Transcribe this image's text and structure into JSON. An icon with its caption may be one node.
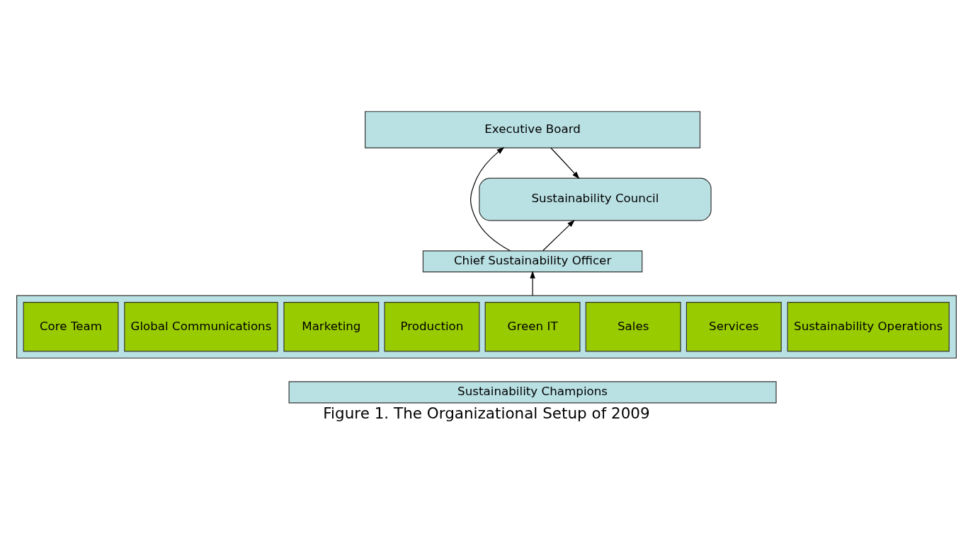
{
  "diagram": {
    "caption": "Figure 1. The Organizational Setup of 2009",
    "nodes": [
      {
        "text": [
          "Executive Board"
        ]
      },
      {
        "text": [
          "Sustainability Council"
        ]
      },
      {
        "text": [
          "Chief Sustainability Officer"
        ]
      },
      {
        "text": [],
        "shape": "box"
      },
      {
        "text": [
          "Core Team"
        ],
        "in": 3
      },
      {
        "text": [
          "Global Communications"
        ],
        "in": 3
      },
      {
        "text": [
          "Marketing"
        ],
        "in": 3
      },
      {
        "text": [
          "Production"
        ],
        "in": 3
      },
      {
        "text": [
          "Green IT"
        ],
        "in": 3
      },
      {
        "text": [
          "Sales"
        ],
        "in": 3
      },
      {
        "text": [
          "Services"
        ],
        "in": 3
      },
      {
        "text": [
          "Sustainability Operations"
        ],
        "in": 3
      },
      {
        "text": [
          "Sustainability Champions"
        ]
      }
    ],
    "edges": [
      {
        "from": 0,
        "to": 1,
        "arrow": "to"
      },
      {
        "from": 2,
        "to": 0,
        "arrow": "to"
      },
      {
        "from": 2,
        "to": 1,
        "arrow": "to"
      },
      {
        "from": 3,
        "to": 2,
        "arrow": "to"
      }
    ]
  }
}
